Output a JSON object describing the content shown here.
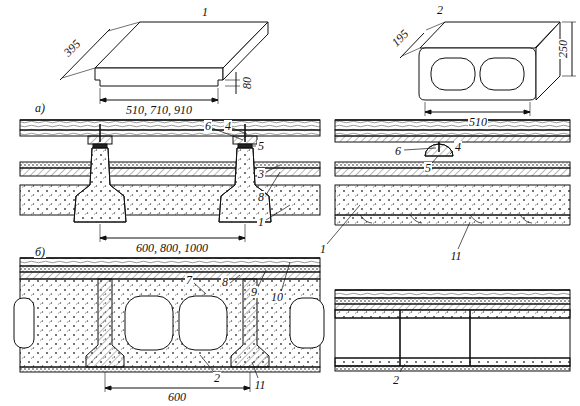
{
  "diagram": {
    "labels": [
      "1",
      "395",
      "510, 710, 910",
      "80",
      "2",
      "195",
      "250",
      "510",
      "а)",
      "6",
      "4",
      "5",
      "3",
      "8",
      "1",
      "600, 800, 1000",
      "6",
      "5",
      "4",
      "1",
      "11",
      "б)",
      "7",
      "8",
      "9",
      "10",
      "2",
      "11",
      "600",
      "2"
    ]
  }
}
